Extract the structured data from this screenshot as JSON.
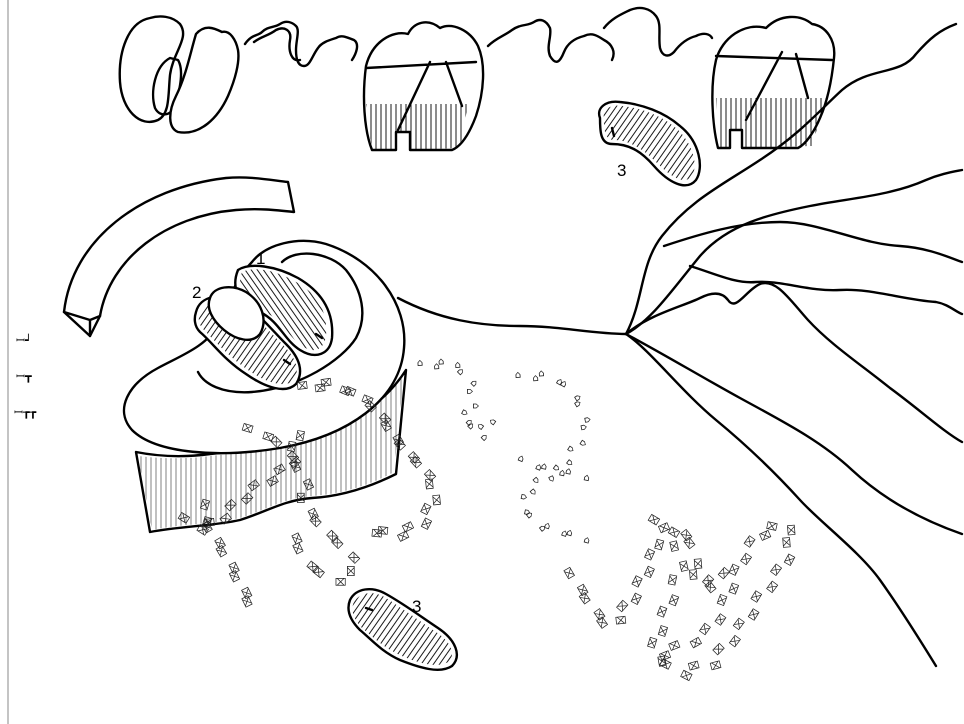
{
  "labels": {
    "one": "1",
    "two": "2",
    "three_top": "3",
    "three_bottom": "3"
  },
  "legend_glyphs": [
    "ꟷ┙",
    "ꟷ┳",
    "ꟷ┲┲"
  ],
  "colors": {
    "ink": "#000000",
    "background": "#ffffff",
    "hatch": "#000000"
  },
  "icons": {
    "track_mark_a": "x-footprint-icon",
    "track_mark_b": "hoof-footprint-icon"
  }
}
